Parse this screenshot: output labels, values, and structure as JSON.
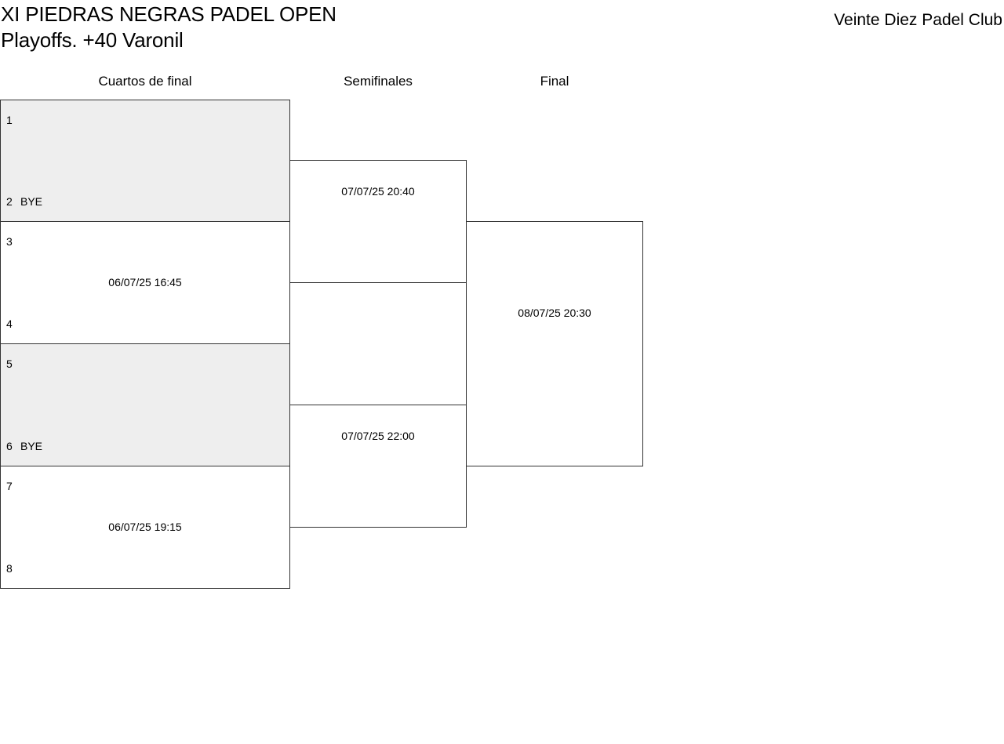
{
  "header": {
    "tournament": "XI PIEDRAS NEGRAS PADEL OPEN",
    "category": "Playoffs. +40 Varonil",
    "club": "Veinte Diez Padel Club"
  },
  "rounds": {
    "quarterfinals": "Cuartos de final",
    "semifinals": "Semifinales",
    "final": "Final"
  },
  "quarterfinals": [
    {
      "seed_top": "1",
      "team_top": "",
      "seed_bottom": "2",
      "team_bottom": "BYE",
      "time": ""
    },
    {
      "seed_top": "3",
      "team_top": "",
      "seed_bottom": "4",
      "team_bottom": "",
      "time": "06/07/25 16:45"
    },
    {
      "seed_top": "5",
      "team_top": "",
      "seed_bottom": "6",
      "team_bottom": "BYE",
      "time": ""
    },
    {
      "seed_top": "7",
      "team_top": "",
      "seed_bottom": "8",
      "team_bottom": "",
      "time": "06/07/25 19:15"
    }
  ],
  "semifinals": [
    {
      "time": "07/07/25 20:40"
    },
    {
      "time": "07/07/25 22:00"
    }
  ],
  "final": {
    "time": "08/07/25 20:30"
  }
}
